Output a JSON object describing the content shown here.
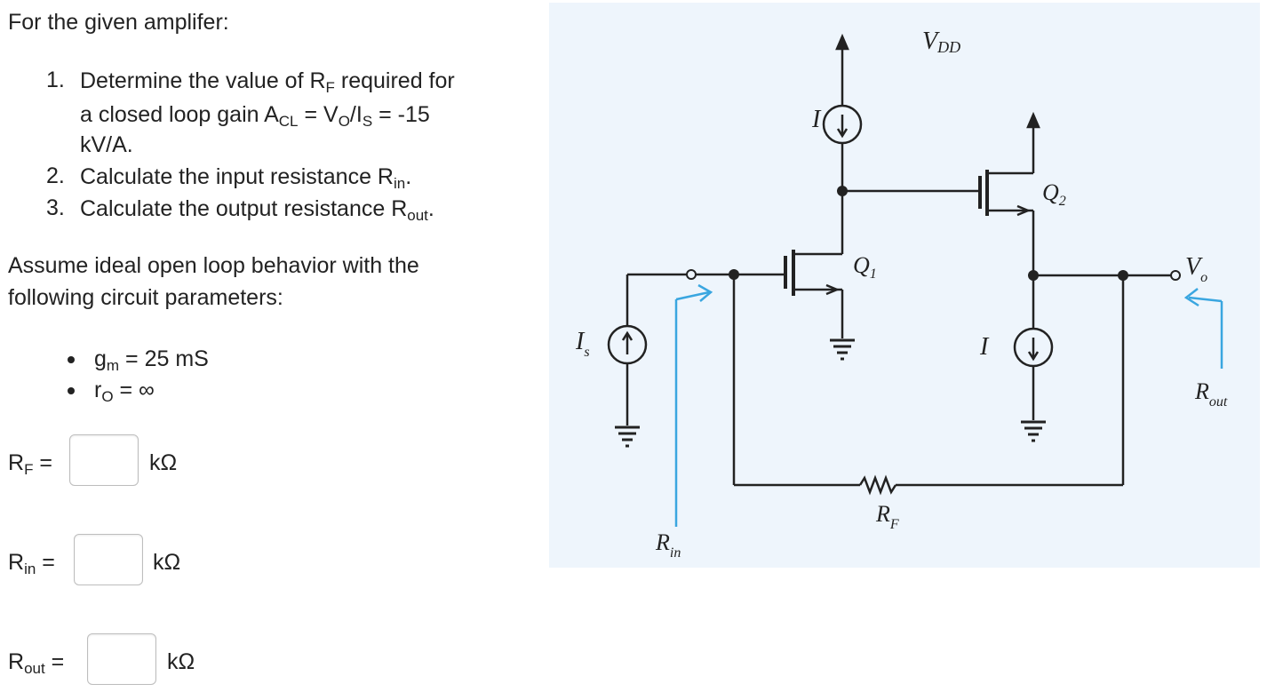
{
  "prompt": "For the given amplifer:",
  "q1": {
    "number": "1.",
    "pre": "Determine the value of R",
    "sub1": "F",
    "mid": " required for",
    "line2_pre": "a closed loop gain A",
    "line2_sub1": "CL",
    "line2_mid1": " = V",
    "line2_sub2": "O",
    "line2_mid2": "/I",
    "line2_sub3": "S",
    "line2_post": " = -15",
    "line3": "kV/A."
  },
  "q2": {
    "number": "2.",
    "pre": "Calculate the input resistance R",
    "sub": "in",
    "post": "."
  },
  "q3": {
    "number": "3.",
    "pre": "Calculate the output resistance R",
    "sub": "out",
    "post": "."
  },
  "assume": {
    "line1": "Assume ideal open loop behavior with the",
    "line2": "following circuit parameters:"
  },
  "params": [
    {
      "sym": "g",
      "sub": "m",
      "val": " = 25 mS"
    },
    {
      "sym": "r",
      "sub": "O",
      "val": " = ∞"
    }
  ],
  "answers": [
    {
      "sym": "R",
      "sub": "F",
      "eq": " =",
      "unit": "kΩ",
      "value": ""
    },
    {
      "sym": "R",
      "sub": "in",
      "eq": " =",
      "unit": "kΩ",
      "value": ""
    },
    {
      "sym": "R",
      "sub": "out",
      "eq": " =",
      "unit": "kΩ",
      "value": ""
    }
  ],
  "circuit": {
    "vdd": {
      "main": "V",
      "sub": "DD"
    },
    "i_top": "I",
    "i_bot": "I",
    "q1": {
      "main": "Q",
      "sub": "1"
    },
    "q2": {
      "main": "Q",
      "sub": "2"
    },
    "is": {
      "main": "I",
      "sub": "s"
    },
    "vo": {
      "main": "V",
      "sub": "o"
    },
    "rf": {
      "main": "R",
      "sub": "F"
    },
    "rin": {
      "main": "R",
      "sub": "in"
    },
    "rout": {
      "main": "R",
      "sub": "out"
    },
    "colors": {
      "line": "#222222",
      "arrow": "#3aa6e0",
      "background": "#eef5fc"
    }
  }
}
